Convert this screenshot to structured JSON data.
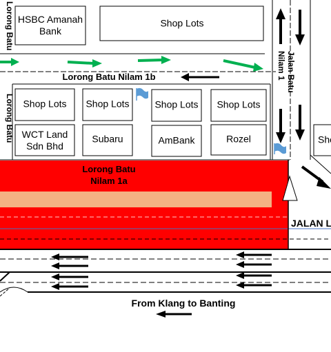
{
  "map": {
    "blocks": {
      "hsbc": "HSBC Amanah Bank",
      "shop_top": "Shop Lots",
      "shop_1": "Shop Lots",
      "shop_2": "Shop Lots",
      "shop_3": "Shop Lots",
      "shop_4": "Shop Lots",
      "wct": "WCT Land Sdn Bhd",
      "subaru": "Subaru",
      "ambank": "AmBank",
      "rozel": "Rozel",
      "shop_partial": "Shop Lots"
    },
    "roads": {
      "lorong_batu_left_top": "Lorong Batu",
      "lorong_batu_left_mid": "Lorong Batu",
      "nilam_1b": "Lorong Batu Nilam 1b",
      "jalan_batu_nilam_1": "Jalan Batu Nilam 1",
      "nilam_1a": "Lorong Batu Nilam 1a",
      "jalan_l": "JALAN L",
      "from_klang": "From Klang to Banting"
    },
    "colors": {
      "zone_red": "#ff0000",
      "strip_tan": "#f4b183",
      "arrow_green": "#00b050",
      "arrow_black": "#000000",
      "flag_blue": "#5b9bd5"
    }
  }
}
